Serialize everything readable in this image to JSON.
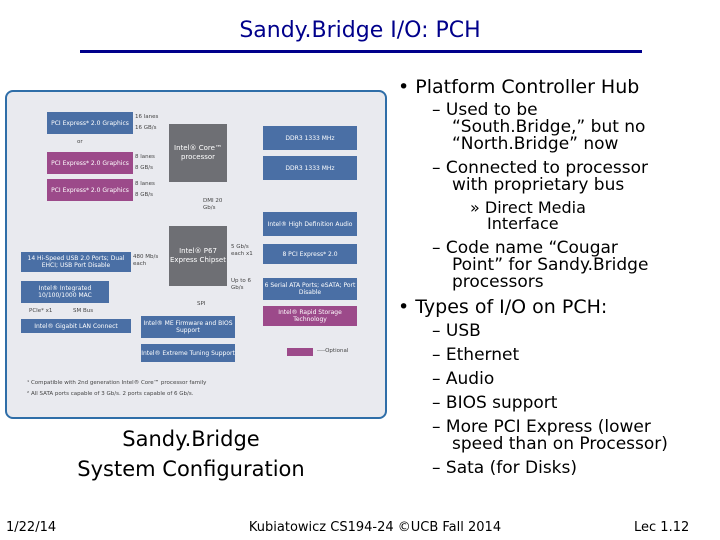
{
  "title": "Sandy.Bridge I/O: PCH",
  "diagram": {
    "blocks": {
      "pcie16": "PCI Express* 2.0 Graphics",
      "or": "or",
      "pcie8a": "PCI Express* 2.0 Graphics",
      "pcie8b": "PCI Express* 2.0 Graphics",
      "cpu": "Intel® Core™ processor",
      "ddr3a": "DDR3 1333 MHz",
      "ddr3b": "DDR3 1333 MHz",
      "dmi": "DMI 20 Gb/s",
      "hda": "Intel® High Definition Audio",
      "pch": "Intel® P67 Express Chipset",
      "pcie_x1": "8 PCI Express* 2.0",
      "usb": "14 Hi-Speed USB 2.0 Ports; Dual EHCI; USB Port Disable",
      "mac": "Intel® Integrated 10/100/1000 MAC",
      "sata": "6 Serial ATA Ports; eSATA; Port Disable",
      "pcie_x1b": "PCIe* x1",
      "smbus": "SM Bus",
      "lan": "Intel® Gigabit LAN Connect",
      "me": "Intel® ME Firmware and BIOS Support",
      "rst": "Intel® Rapid Storage Technology",
      "xtu": "Intel® Extreme Tuning Support",
      "spi": "SPI",
      "optional": "----Optional"
    },
    "labels": {
      "l16lanes": "16 lanes",
      "l16gb": "16 GB/s",
      "l8lanes_a": "8 lanes",
      "l8gb_a": "8 GB/s",
      "l8lanes_b": "8 lanes",
      "l8gb_b": "8 GB/s",
      "l480": "480 Mb/s each",
      "l5gb": "5 Gb/s each x1",
      "lupto": "Up to 6 Gb/s",
      "note1": "¹ Compatible with 2nd generation Intel® Core™ processor family",
      "note2": "² All SATA ports capable of 3 Gb/s. 2 ports capable of 6 Gb/s."
    }
  },
  "caption": {
    "line1": "Sandy.Bridge",
    "line2": "System Configuration"
  },
  "bullets": {
    "b1": "• Platform Controller Hub",
    "b1_sub1_l1": "– Used to be",
    "b1_sub1_l2": "“South.Bridge,” but no",
    "b1_sub1_l3": "“North.Bridge” now",
    "b1_sub2_l1": "– Connected to processor",
    "b1_sub2_l2": "with proprietary bus",
    "b1_sub2_sub_l1": "» Direct Media",
    "b1_sub2_sub_l2": "Interface",
    "b1_sub3_l1": "– Code name “Cougar",
    "b1_sub3_l2": "Point” for Sandy.Bridge",
    "b1_sub3_l3": "processors",
    "b2": "• Types of I/O on PCH:",
    "b2_items": [
      "– USB",
      "– Ethernet",
      "– Audio",
      "– BIOS support",
      "– More PCI Express (lower",
      "speed than on Processor)",
      "– Sata (for Disks)"
    ]
  },
  "footer": {
    "date": "1/22/14",
    "center": "Kubiatowicz CS194-24 ©UCB Fall 2014",
    "page": "Lec 1.12"
  },
  "colors": {
    "title": "#00008b",
    "block_blue": "#4a6fa5",
    "block_pink": "#9c4a8a",
    "block_gray": "#6e6f74",
    "diagram_border": "#2f6ea8"
  }
}
